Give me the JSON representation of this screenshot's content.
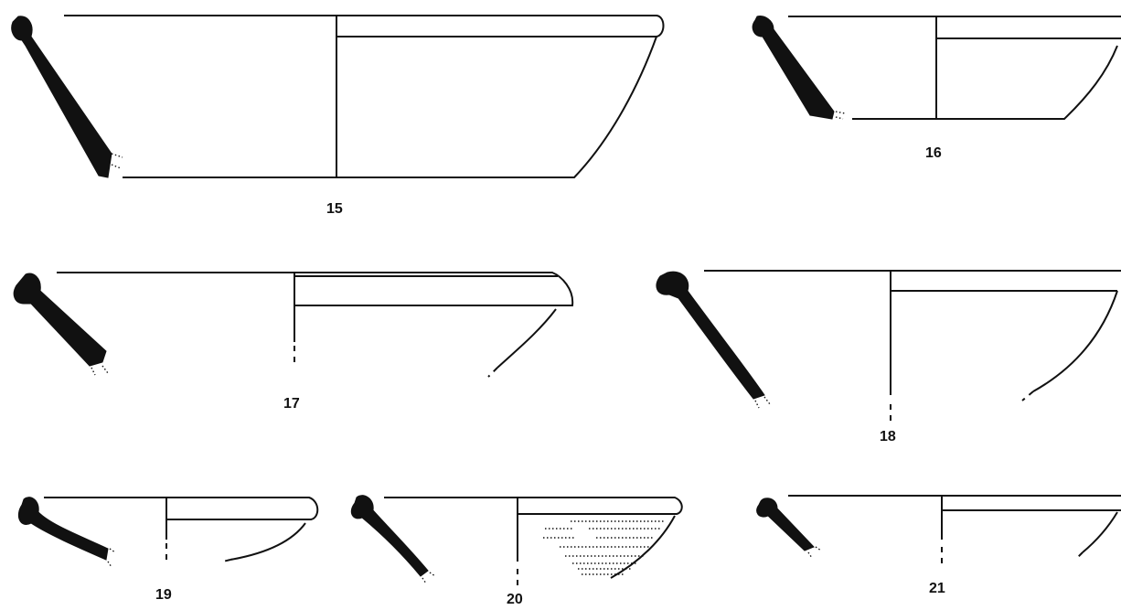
{
  "figure": {
    "vessels": [
      {
        "number": "15"
      },
      {
        "number": "16"
      },
      {
        "number": "17"
      },
      {
        "number": "18"
      },
      {
        "number": "19"
      },
      {
        "number": "20"
      },
      {
        "number": "21"
      }
    ]
  }
}
